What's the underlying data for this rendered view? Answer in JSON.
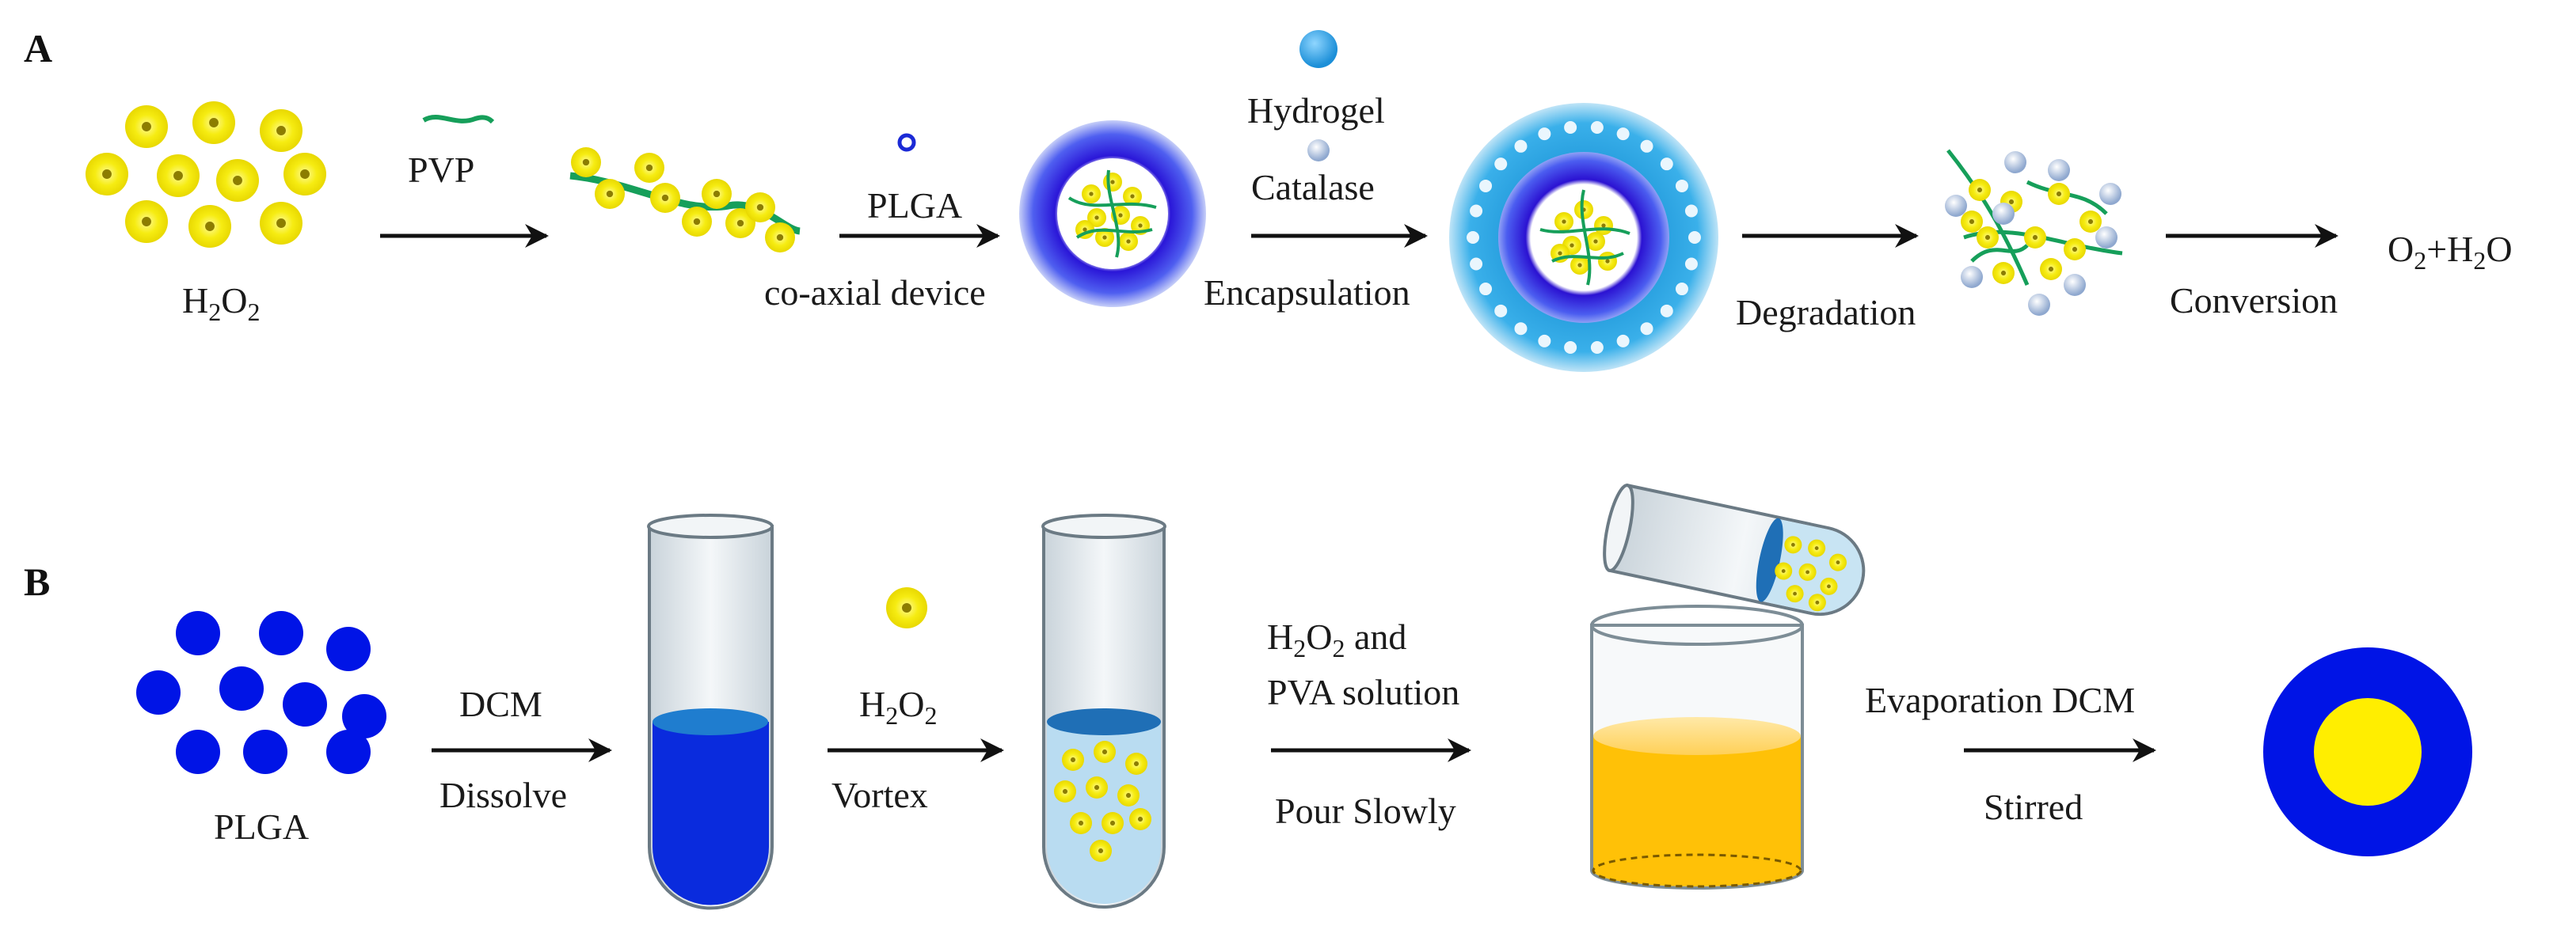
{
  "panel_a": {
    "letter": "A",
    "h2o2": {
      "base": "H",
      "s1": "2",
      "mid": "O",
      "s2": "2"
    },
    "pvp": "PVP",
    "plga": "PLGA",
    "coaxial": "co-axial device",
    "hydrogel": "Hydrogel",
    "catalase": "Catalase",
    "encapsulation": "Encapsulation",
    "degradation": "Degradation",
    "conversion": "Conversion",
    "product": {
      "o": "O",
      "s1": "2",
      "plus": "+H",
      "s2": "2",
      "tail": "O"
    }
  },
  "panel_b": {
    "letter": "B",
    "plga": "PLGA",
    "dcm": "DCM",
    "dissolve": "Dissolve",
    "h2o2": {
      "base": "H",
      "s1": "2",
      "mid": "O",
      "s2": "2"
    },
    "vortex": "Vortex",
    "h2o2_and": {
      "base": "H",
      "s1": "2",
      "mid": "O",
      "s2": "2",
      "tail": " and"
    },
    "pva": "PVA solution",
    "pour": "Pour Slowly",
    "evap": "Evaporation DCM",
    "stirred": "Stirred"
  },
  "colors": {
    "yellow": "#f4ea0e",
    "yellow_core": "#8c7d00",
    "green": "#169f5a",
    "blue": "#0014e6",
    "light_blue": "#3aa3dd",
    "tube_fill": "#0a2bdd",
    "beaker_liquid": "#ffc107",
    "arrow": "#111111"
  }
}
